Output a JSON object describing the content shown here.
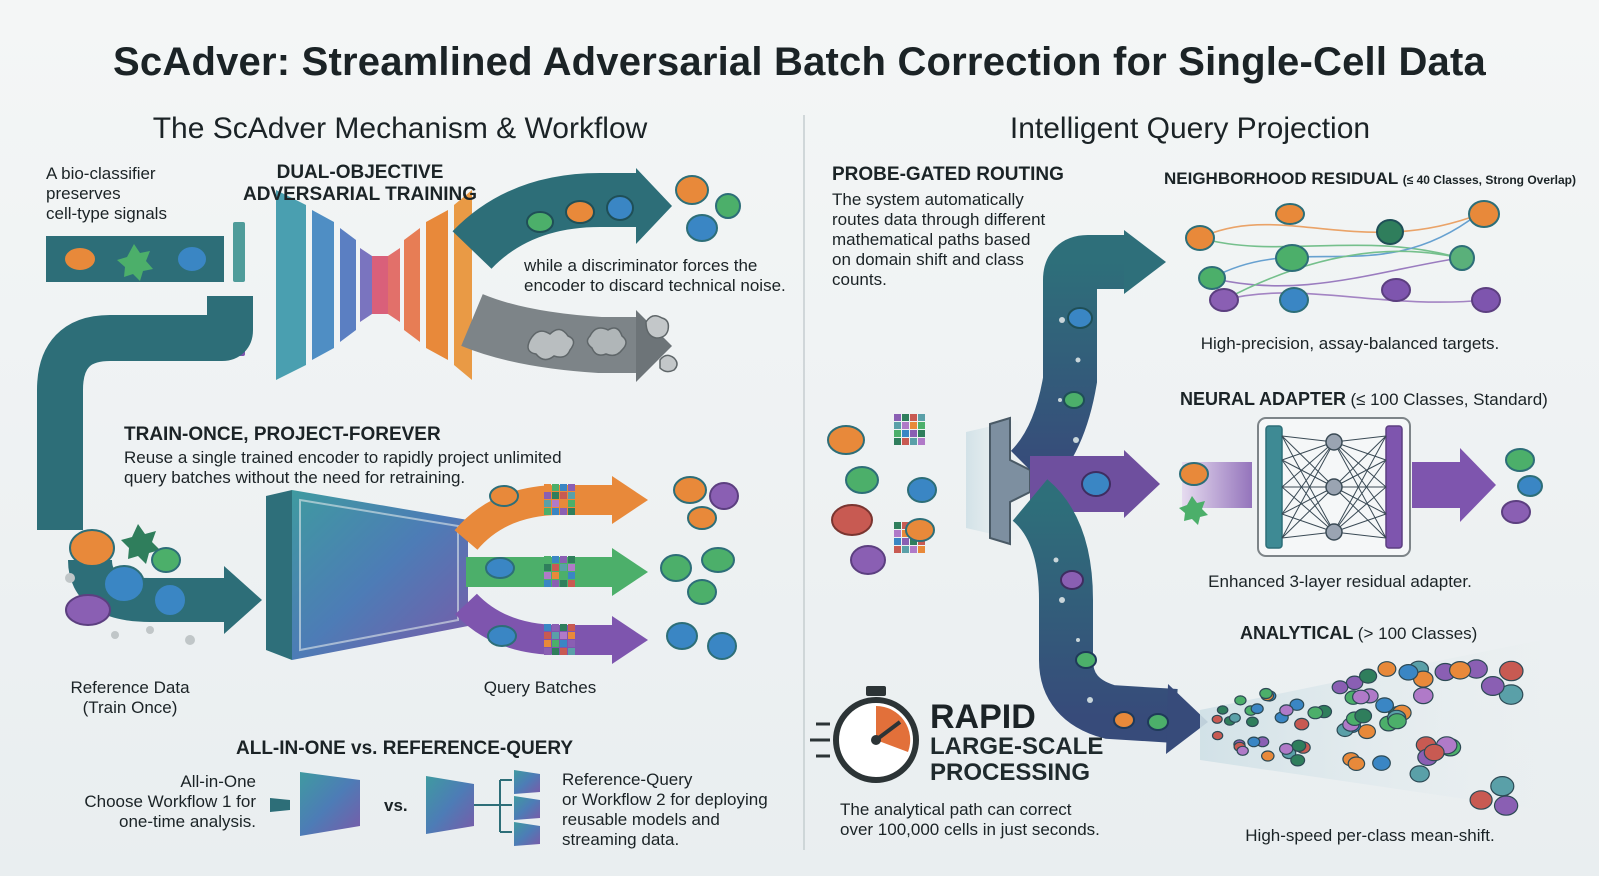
{
  "title": "ScAdver: Streamlined Adversarial Batch Correction for Single-Cell Data",
  "left": {
    "heading": "The ScAdver Mechanism & Workflow",
    "bio_classifier": [
      "A bio-classifier",
      "preserves",
      "cell-type signals"
    ],
    "dual_objective": [
      "DUAL-OBJECTIVE",
      "ADVERSARIAL TRAINING"
    ],
    "discriminator": [
      "while a discriminator forces the",
      "encoder to discard technical noise."
    ],
    "train_once_title": "TRAIN-ONCE, PROJECT-FOREVER",
    "train_once_desc": [
      "Reuse a single trained encoder to rapidly project unlimited",
      "query batches without the need for retraining."
    ],
    "reference_label": [
      "Reference Data",
      "(Train Once)"
    ],
    "query_label": "Query Batches",
    "compare_title": "ALL-IN-ONE vs. REFERENCE-QUERY",
    "all_in_one": [
      "All-in-One",
      "Choose Workflow 1 for",
      "one-time analysis."
    ],
    "vs": "vs.",
    "reference_query": [
      "Reference-Query",
      "or Workflow 2 for deploying",
      "reusable models and",
      "streaming data."
    ]
  },
  "right": {
    "heading": "Intelligent Query Projection",
    "probe_title": "PROBE-GATED ROUTING",
    "probe_desc": [
      "The system automatically",
      "routes data through different",
      "mathematical paths based",
      "on domain shift and class",
      "counts."
    ],
    "neighborhood_title": "NEIGHBORHOOD RESIDUAL",
    "neighborhood_sub": "(≤ 40 Classes, Strong Overlap)",
    "neighborhood_caption": "High-precision, assay-balanced targets.",
    "neural_title": "NEURAL ADAPTER",
    "neural_sub": "(≤ 100 Classes, Standard)",
    "neural_caption": "Enhanced 3-layer residual adapter.",
    "analytical_title": "ANALYTICAL",
    "analytical_sub": "(> 100 Classes)",
    "analytical_caption": "High-speed per-class mean-shift.",
    "rapid_title": "RAPID",
    "rapid_sub": [
      "LARGE-SCALE",
      "PROCESSING"
    ],
    "rapid_desc": [
      "The analytical path can correct",
      "over 100,000 cells in just seconds."
    ]
  },
  "colors": {
    "teal": "#2d6e78",
    "orange": "#e8893a",
    "green": "#4caf6a",
    "blue": "#3a86c4",
    "purple": "#8a5fb3",
    "gray": "#7a8286"
  }
}
